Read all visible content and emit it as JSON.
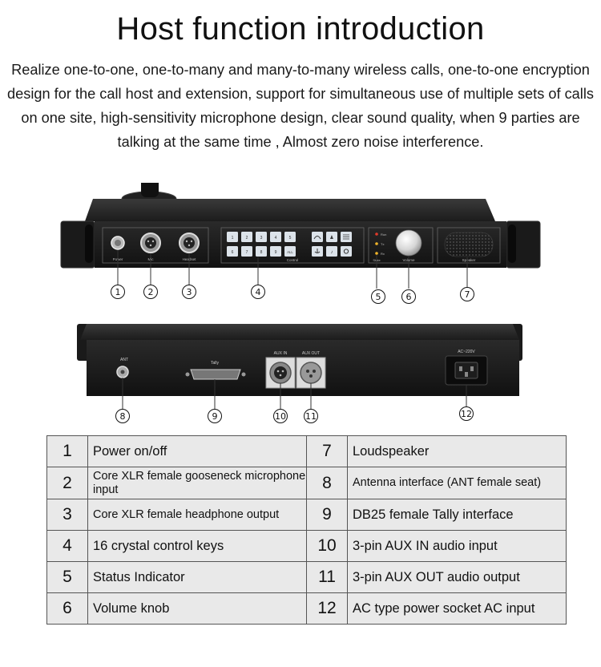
{
  "header": {
    "title": "Host function introduction",
    "description": "Realize one-to-one, one-to-many and many-to-many wireless calls, one-to-one encryption design for the call host and extension, support for simultaneous use of multiple sets of calls on one site, high-sensitivity microphone design, clear sound quality, when 9 parties are talking at the same time , Almost zero noise interference."
  },
  "front_panel": {
    "labels": {
      "power": "Power",
      "mic": "Mic",
      "headset": "Headset",
      "control": "Control",
      "status": "State",
      "run": "Run",
      "tx": "Tx",
      "rx": "Rx",
      "volume": "Volume",
      "speaker": "Speaker"
    },
    "keys_top": [
      "1",
      "2",
      "3",
      "4",
      "5",
      "",
      "",
      "",
      "",
      ""
    ],
    "keys_bottom": [
      "6",
      "7",
      "8",
      "9",
      "ALL",
      "",
      "",
      "",
      "",
      ""
    ]
  },
  "rear_panel": {
    "labels": {
      "ant": "ANT",
      "tally": "Tally",
      "aux_in": "AUX IN",
      "aux_out": "AUX OUT",
      "ac": "AC~220V"
    }
  },
  "callouts": [
    "1",
    "2",
    "3",
    "4",
    "5",
    "6",
    "7",
    "8",
    "9",
    "10",
    "11",
    "12"
  ],
  "spec_table": {
    "rows": [
      {
        "left_num": "1",
        "left_label": "Power on/off",
        "right_num": "7",
        "right_label": "Loudspeaker"
      },
      {
        "left_num": "2",
        "left_label": "Core XLR female gooseneck microphone input",
        "right_num": "8",
        "right_label": "Antenna interface (ANT female seat)"
      },
      {
        "left_num": "3",
        "left_label": "Core XLR female headphone output",
        "right_num": "9",
        "right_label": "DB25 female Tally interface"
      },
      {
        "left_num": "4",
        "left_label": "16 crystal control keys",
        "right_num": "10",
        "right_label": "3-pin AUX IN audio input"
      },
      {
        "left_num": "5",
        "left_label": "Status Indicator",
        "right_num": "11",
        "right_label": "3-pin AUX OUT audio output"
      },
      {
        "left_num": "6",
        "left_label": "Volume knob",
        "right_num": "12",
        "right_label": "AC type power socket AC input"
      }
    ]
  }
}
